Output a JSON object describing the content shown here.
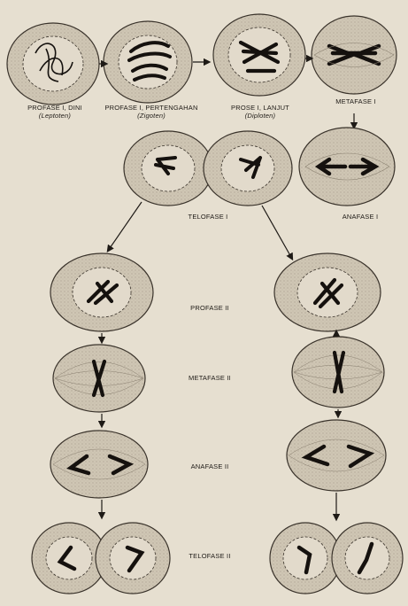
{
  "figure": {
    "top_row": {
      "profase_i_dini": {
        "title": "PROFASE I, DINI",
        "subtitle": "(Leptoten)"
      },
      "profase_i_pertengahan": {
        "title": "PROFASE I, PERTENGAHAN",
        "subtitle": "(Zigoten)"
      },
      "prose_i_lanjut": {
        "title": "PROSE I, LANJUT",
        "subtitle": "(Diploten)"
      },
      "metafase_i": {
        "title": "METAFASE I"
      }
    },
    "second_row": {
      "telofase_i": {
        "title": "TELOFASE I"
      },
      "anafase_i": {
        "title": "ANAFASE I"
      }
    },
    "meiosis_ii": {
      "profase_ii": "PROFASE II",
      "metafase_ii": "METAFASE II",
      "anafase_ii": "ANAFASE II",
      "telofase_ii": "TELOFASE II"
    }
  },
  "colors": {
    "paper": "#e6dfd0",
    "ink": "#1e1a16",
    "cytoplasm": "#cfc6b4",
    "nucleus": "#e2dacb",
    "chromosome": "#15110e"
  }
}
